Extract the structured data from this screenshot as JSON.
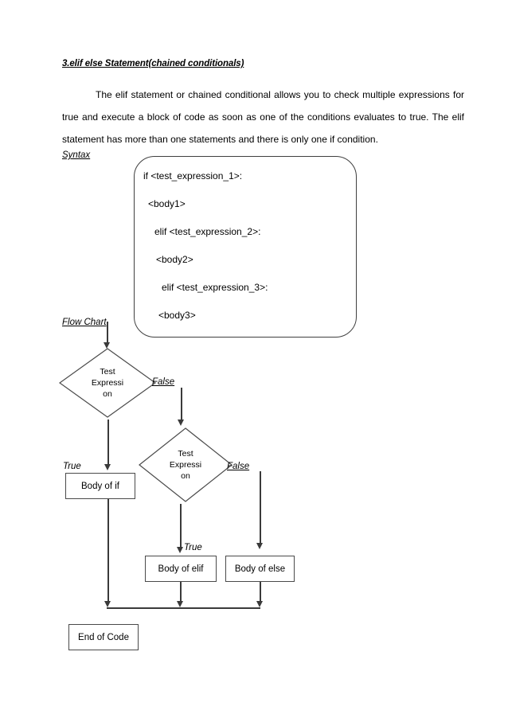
{
  "document": {
    "heading": "3.elif else Statement(chained conditionals)",
    "paragraph": "The elif statement or chained conditional allows you to check multiple expressions for true and execute a block of code as soon as one of the conditions evaluates to true. The elif statement has more than one statements and there is only one if condition.",
    "syntax_label": "Syntax",
    "flowchart_label": "Flow Chart"
  },
  "syntax_block": {
    "lines": [
      "if <test_expression_1>:",
      "<body1>",
      "elif <test_expression_2>:",
      "<body2>",
      "elif <test_expression_3>:",
      "<body3>"
    ]
  },
  "flowchart": {
    "nodes": {
      "decision1": {
        "text_lines": [
          "Test",
          "Expressi",
          "on"
        ]
      },
      "decision2": {
        "text_lines": [
          "Test",
          "Expressi",
          "on"
        ]
      },
      "body_if": "Body of if",
      "body_elif": "Body of elif",
      "body_else": "Body of else",
      "end": "End of Code"
    },
    "edge_labels": {
      "d1_false": "False",
      "d1_true": "True",
      "d2_false": "False",
      "d2_true": "True"
    }
  },
  "colors": {
    "page_background": "#ffffff",
    "text": "#000000",
    "stroke": "#3a3a3a",
    "box_border": "#4a4a4a"
  }
}
